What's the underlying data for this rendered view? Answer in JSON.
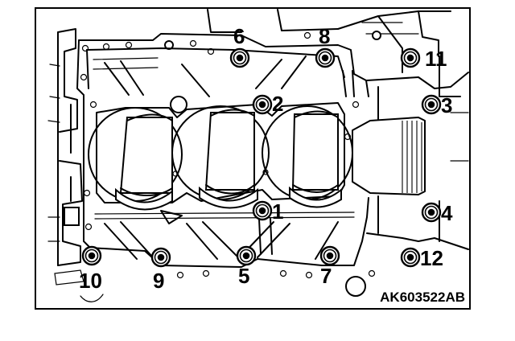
{
  "figure_code": "AK603522AB",
  "bolts": [
    {
      "label": "1"
    },
    {
      "label": "2"
    },
    {
      "label": "3"
    },
    {
      "label": "4"
    },
    {
      "label": "5"
    },
    {
      "label": "6"
    },
    {
      "label": "7"
    },
    {
      "label": "8"
    },
    {
      "label": "9"
    },
    {
      "label": "10"
    },
    {
      "label": "11"
    },
    {
      "label": "12"
    }
  ]
}
